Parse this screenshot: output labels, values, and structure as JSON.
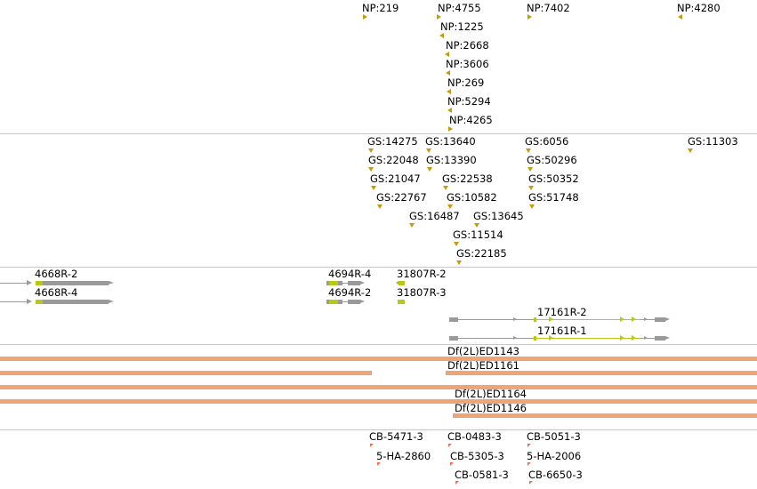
{
  "colors": {
    "insertion_marker": "#c89a0a",
    "stock_marker": "#ec6f4e",
    "deletion_bar": "#eea477",
    "gene_gray": "#9a9a9a",
    "gene_green": "#b7c918",
    "separator": "#c8c8c8"
  },
  "np_track": [
    {
      "label": "NP:219"
    },
    {
      "label": "NP:4755"
    },
    {
      "label": "NP:7402"
    },
    {
      "label": "NP:4280"
    },
    {
      "label": "NP:1225"
    },
    {
      "label": "NP:2668"
    },
    {
      "label": "NP:3606"
    },
    {
      "label": "NP:269"
    },
    {
      "label": "NP:5294"
    },
    {
      "label": "NP:4265"
    }
  ],
  "gs_track": [
    {
      "label": "GS:14275"
    },
    {
      "label": "GS:13640"
    },
    {
      "label": "GS:6056"
    },
    {
      "label": "GS:11303"
    },
    {
      "label": "GS:22048"
    },
    {
      "label": "GS:13390"
    },
    {
      "label": "GS:50296"
    },
    {
      "label": "GS:21047"
    },
    {
      "label": "GS:22538"
    },
    {
      "label": "GS:50352"
    },
    {
      "label": "GS:22767"
    },
    {
      "label": "GS:10582"
    },
    {
      "label": "GS:51748"
    },
    {
      "label": "GS:16487"
    },
    {
      "label": "GS:13645"
    },
    {
      "label": "GS:11514"
    },
    {
      "label": "GS:22185"
    }
  ],
  "transcripts": [
    {
      "label": "4668R-2"
    },
    {
      "label": "4668R-4"
    },
    {
      "label": "4694R-4"
    },
    {
      "label": "4694R-2"
    },
    {
      "label": "31807R-2"
    },
    {
      "label": "31807R-3"
    },
    {
      "label": "17161R-2"
    },
    {
      "label": "17161R-1"
    }
  ],
  "deficiencies": [
    {
      "label": "Df(2L)ED1143"
    },
    {
      "label": "Df(2L)ED1161"
    },
    {
      "label": "Df(2L)ED1164"
    },
    {
      "label": "Df(2L)ED1146"
    }
  ],
  "stocks": [
    {
      "label": "CB-5471-3"
    },
    {
      "label": "CB-0483-3"
    },
    {
      "label": "CB-5051-3"
    },
    {
      "label": "5-HA-2860"
    },
    {
      "label": "CB-5305-3"
    },
    {
      "label": "5-HA-2006"
    },
    {
      "label": "CB-0581-3"
    },
    {
      "label": "CB-6650-3"
    }
  ]
}
